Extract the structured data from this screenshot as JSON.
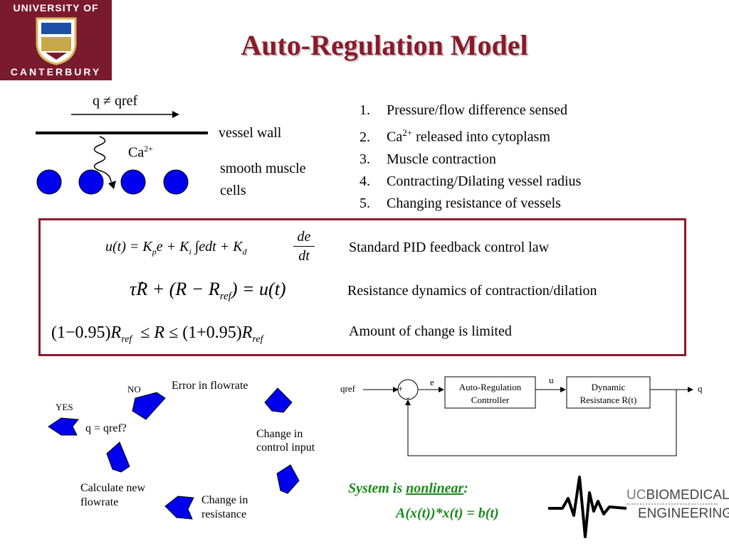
{
  "logo": {
    "top": "UNIVERSITY OF",
    "bottom": "CANTERBURY"
  },
  "title": "Auto-Regulation Model",
  "vessel": {
    "flow_label": "q ≠ qref",
    "ca_label": "Ca",
    "ca_sup": "2+",
    "wall_label": "vessel wall",
    "cells_label_1": "smooth muscle",
    "cells_label_2": "cells"
  },
  "steps": [
    {
      "n": "1.",
      "text": "Pressure/flow difference sensed"
    },
    {
      "n": "2.",
      "text": "Ca",
      "sup": "2+",
      "text_after": " released into cytoplasm"
    },
    {
      "n": "3.",
      "text": "Muscle contraction"
    },
    {
      "n": "4.",
      "text": "Contracting/Dilating vessel radius"
    },
    {
      "n": "5.",
      "text": "Changing resistance of vessels"
    }
  ],
  "equations": {
    "pid_desc": "Standard PID feedback control law",
    "res_desc": "Resistance dynamics of contraction/dilation",
    "limit_desc": "Amount of change is limited"
  },
  "cycle": {
    "no": "NO",
    "yes": "YES",
    "error": "Error in flowrate",
    "check": "q = qref?",
    "input_1": "Change in",
    "input_2": "control input",
    "calc_1": "Calculate new",
    "calc_2": "flowrate",
    "res_1": "Change in",
    "res_2": "resistance"
  },
  "block": {
    "qref": "qref",
    "plus": "+",
    "minus": "-",
    "e": "e",
    "u": "u",
    "q": "q",
    "controller_1": "Auto-Regulation",
    "controller_2": "Controller",
    "plant_1": "Dynamic",
    "plant_2": "Resistance R(t)"
  },
  "nonlinear": {
    "prefix": "System is ",
    "word": "nonlinear",
    "suffix": ":",
    "equation": "A(x(t))*x(t) = b(t)"
  },
  "bme": {
    "uc": "UC",
    "bio": "BIOMEDICAL",
    "eng": "ENGINEERING"
  },
  "colors": {
    "accent": "#8b1a2b",
    "blue": "#0000ee",
    "green": "#1a8a1a"
  }
}
